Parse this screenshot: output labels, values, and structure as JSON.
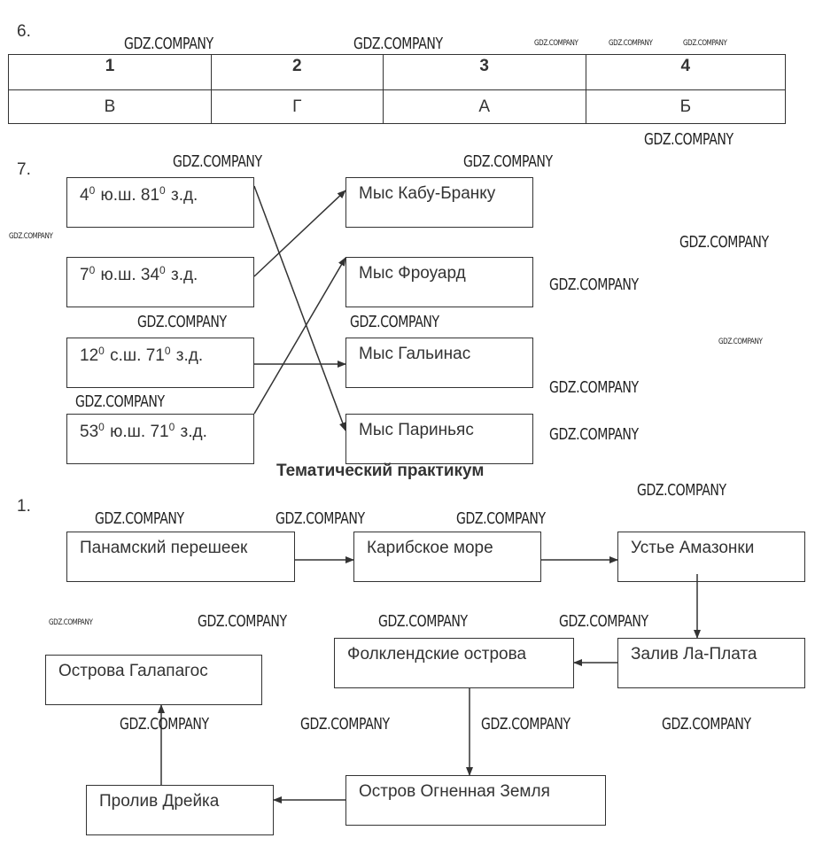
{
  "task6": {
    "number": "6.",
    "headers": [
      "1",
      "2",
      "3",
      "4"
    ],
    "answers": [
      "В",
      "Г",
      "А",
      "Б"
    ]
  },
  "task7": {
    "number": "7.",
    "coordinates": [
      {
        "lat": "4",
        "lat_rest": " ю.ш. ",
        "lon": "81",
        "lon_rest": " з.д."
      },
      {
        "lat": "7",
        "lat_rest": " ю.ш. ",
        "lon": "34",
        "lon_rest": " з.д."
      },
      {
        "lat": "12",
        "lat_rest": " с.ш. ",
        "lon": "71",
        "lon_rest": " з.д."
      },
      {
        "lat": "53",
        "lat_rest": " ю.ш. ",
        "lon": "71",
        "lon_rest": " з.д."
      }
    ],
    "degree_mark": "0",
    "capes": [
      "Мыс Кабу-Бранку",
      "Мыс Фроуард",
      "Мыс Гальинас",
      "Мыс Париньяс"
    ],
    "matches": [
      {
        "from": 0,
        "to": 3
      },
      {
        "from": 1,
        "to": 0
      },
      {
        "from": 2,
        "to": 2
      },
      {
        "from": 3,
        "to": 1
      }
    ]
  },
  "section_heading": "Тематический практикум",
  "task1": {
    "number": "1.",
    "route": [
      "Панамский перешеек",
      "Карибское море",
      "Устье Амазонки",
      "Залив Ла-Плата",
      "Фолклендские острова",
      "Остров Огненная Земля",
      "Пролив Дрейка",
      "Острова Галапагос"
    ]
  },
  "watermark": "GDZ.COMPANY",
  "colors": {
    "line": "#333333",
    "text": "#333333"
  }
}
